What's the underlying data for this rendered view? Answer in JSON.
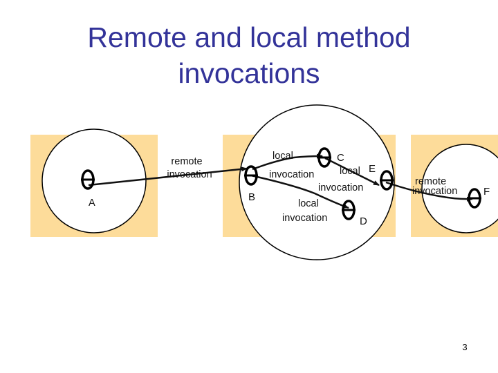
{
  "title": {
    "line1": "Remote and local method",
    "line2": "invocations"
  },
  "diagram": {
    "box_fill": "#fddc9a",
    "objects": {
      "A": "A",
      "B": "B",
      "C": "C",
      "D": "D",
      "E": "E",
      "F": "F"
    },
    "labels": {
      "remote_1": [
        "remote",
        "invocation"
      ],
      "local_bc": [
        "local",
        "invocation"
      ],
      "local_ce": [
        "local",
        "invocation"
      ],
      "local_bd": [
        "local",
        "invocation"
      ],
      "remote_2": [
        "remote",
        "invocation"
      ]
    }
  },
  "page_number": "3"
}
